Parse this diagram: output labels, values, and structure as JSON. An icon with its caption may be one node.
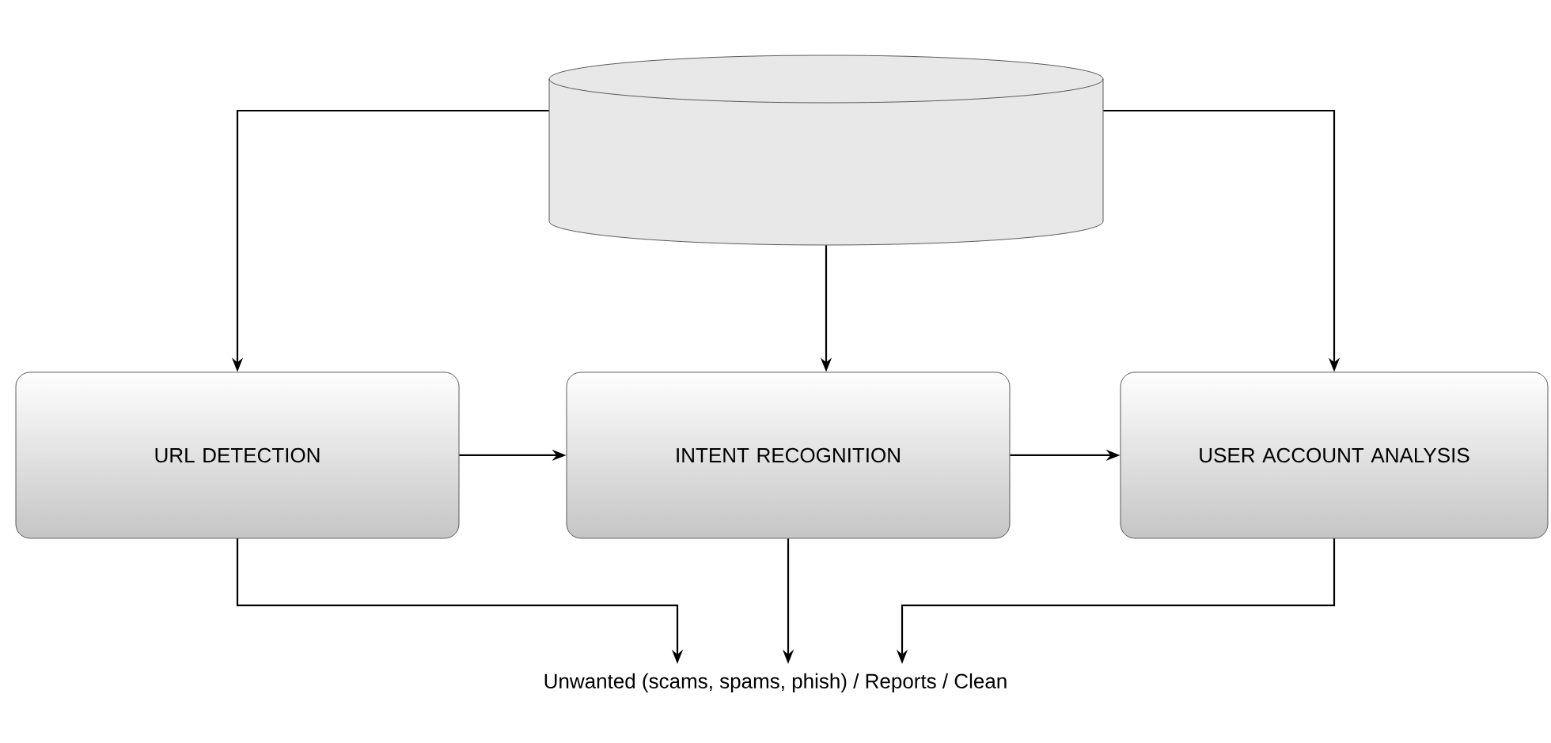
{
  "diagram": {
    "nodes": [
      {
        "text": [],
        "shape": "cylinder"
      },
      {
        "text": [
          "URL DETECTION"
        ]
      },
      {
        "text": [
          "INTENT RECOGNITION"
        ]
      },
      {
        "text": [
          "USER ACCOUNT ANALYSIS"
        ]
      },
      {
        "text": [
          "Unwanted (scams, spams, phish) / Reports / Clean"
        ]
      }
    ],
    "edges": [
      {
        "from": 0,
        "to": 1,
        "arrow": "to"
      },
      {
        "from": 0,
        "to": 2,
        "arrow": "to"
      },
      {
        "from": 0,
        "to": 3,
        "arrow": "to"
      },
      {
        "from": 1,
        "to": 2,
        "arrow": "to"
      },
      {
        "from": 2,
        "to": 3,
        "arrow": "to"
      },
      {
        "from": 1,
        "to": 4,
        "arrow": "to"
      },
      {
        "from": 2,
        "to": 4,
        "arrow": "to"
      },
      {
        "from": 3,
        "to": 4,
        "arrow": "to"
      }
    ]
  }
}
